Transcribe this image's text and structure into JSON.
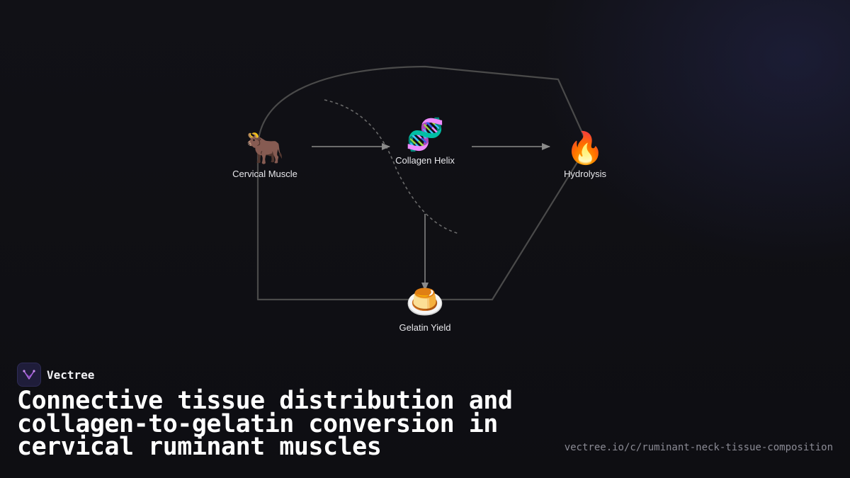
{
  "brand": {
    "name": "Vectree",
    "logo_icon": "vectree-logo-icon",
    "logo_color": "#b06be0"
  },
  "title": "Connective tissue distribution and collagen-to-gelatin conversion in cervical ruminant muscles",
  "url": "vectree.io/c/ruminant-neck-tissue-composition",
  "diagram": {
    "nodes": [
      {
        "id": "cervical-muscle",
        "label": "Cervical Muscle",
        "icon": "ox-icon",
        "glyph": "🐂"
      },
      {
        "id": "collagen-helix",
        "label": "Collagen Helix",
        "icon": "dna-icon",
        "glyph": "🧬"
      },
      {
        "id": "hydrolysis",
        "label": "Hydrolysis",
        "icon": "fire-icon",
        "glyph": "🔥"
      },
      {
        "id": "gelatin-yield",
        "label": "Gelatin Yield",
        "icon": "custard-icon",
        "glyph": "🍮"
      }
    ],
    "edges": [
      {
        "from": "cervical-muscle",
        "to": "collagen-helix",
        "style": "arrow"
      },
      {
        "from": "collagen-helix",
        "to": "hydrolysis",
        "style": "arrow"
      },
      {
        "from": "collagen-helix",
        "to": "gelatin-yield",
        "style": "arrow"
      }
    ],
    "colors": {
      "background": "#111116",
      "arrow": "#8a8a8a",
      "enclosure": "#4a4a4a",
      "dashed_curve": "#6a6a6a",
      "label": "#e8e8ec"
    }
  }
}
